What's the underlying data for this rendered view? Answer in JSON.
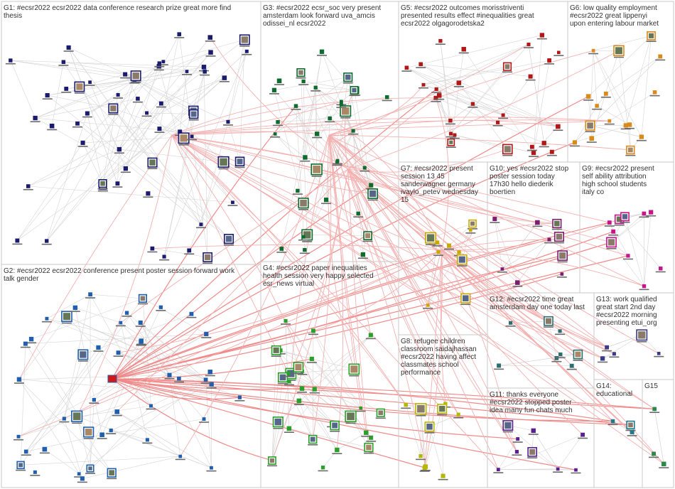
{
  "groups": [
    {
      "id": "G1",
      "label": "G1: #ecsr2022 ecsr2022 data conference research prize great more find thesis",
      "color": "#1a1a6e"
    },
    {
      "id": "G2",
      "label": "G2: #ecsr2022 ecsr2022 conference present poster session forward work talk gender",
      "color": "#1f5fae"
    },
    {
      "id": "G3",
      "label": "G3: #ecsr2022 ecsr_soc very present amsterdam look forward uva_amcis odissei_nl ecsr2022",
      "color": "#0d6b2d"
    },
    {
      "id": "G4",
      "label": "G4: #ecsr2022 paper inequalities health session very happy selected esr_news virtual",
      "color": "#2aa02a"
    },
    {
      "id": "G5",
      "label": "G5: #ecsr2022 outcomes morisstriventi presented results effect #inequalities great ecsr2022 olgagorodetska2",
      "color": "#b01818"
    },
    {
      "id": "G6",
      "label": "G6: low quality employment #ecsr2022 great lippenyi upon entering labour market",
      "color": "#d98a1a"
    },
    {
      "id": "G7",
      "label": "G7: #ecsr2022 present session 13 45 sanderwagner germany ivaylo_petev wednesday 15",
      "color": "#c9a800"
    },
    {
      "id": "G8",
      "label": "G8: refugee children classroom saidajhassan #ecsr2022 having affect classmates school performance",
      "color": "#b5b800"
    },
    {
      "id": "G9",
      "label": "G9: #ecsr2022 present self ability attribution high school students italy co",
      "color": "#c8148c"
    },
    {
      "id": "G10",
      "label": "G10: yes #ecsr2022 stop poster session today 17h30 hello diederik boertien",
      "color": "#7a1e6e"
    },
    {
      "id": "G11",
      "label": "G11: thanks everyone #ecsr2022 stopped poster idea many fun chats much",
      "color": "#5a1e8e"
    },
    {
      "id": "G12",
      "label": "G12: #ecsr2022 time great amsterdam day one today last",
      "color": "#2a6e6e"
    },
    {
      "id": "G13",
      "label": "G13: work qualified great start 2nd day #ecsr2022 morning presenting etui_org",
      "color": "#3a3a8a"
    },
    {
      "id": "G14",
      "label": "G14: educational",
      "color": "#1e7a8a"
    },
    {
      "id": "G15",
      "label": "G15",
      "color": "#2a8a4a"
    }
  ]
}
